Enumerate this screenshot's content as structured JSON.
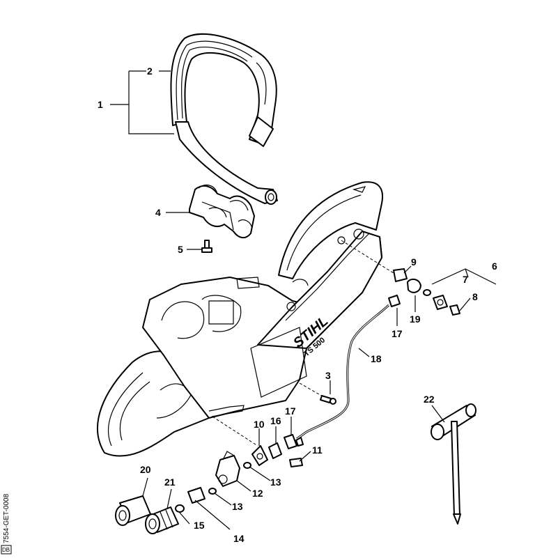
{
  "brand_text": "STIHL",
  "model_text": "TS 500",
  "drawing_code": "7554-GET-0008",
  "corner_tag": "DB",
  "callouts": [
    "1",
    "2",
    "3",
    "4",
    "5",
    "6",
    "7",
    "8",
    "9",
    "10",
    "11",
    "12",
    "13",
    "13",
    "14",
    "15",
    "16",
    "17",
    "17",
    "18",
    "19",
    "20",
    "21",
    "22"
  ],
  "colors": {
    "line": "#000000",
    "background": "#ffffff"
  }
}
